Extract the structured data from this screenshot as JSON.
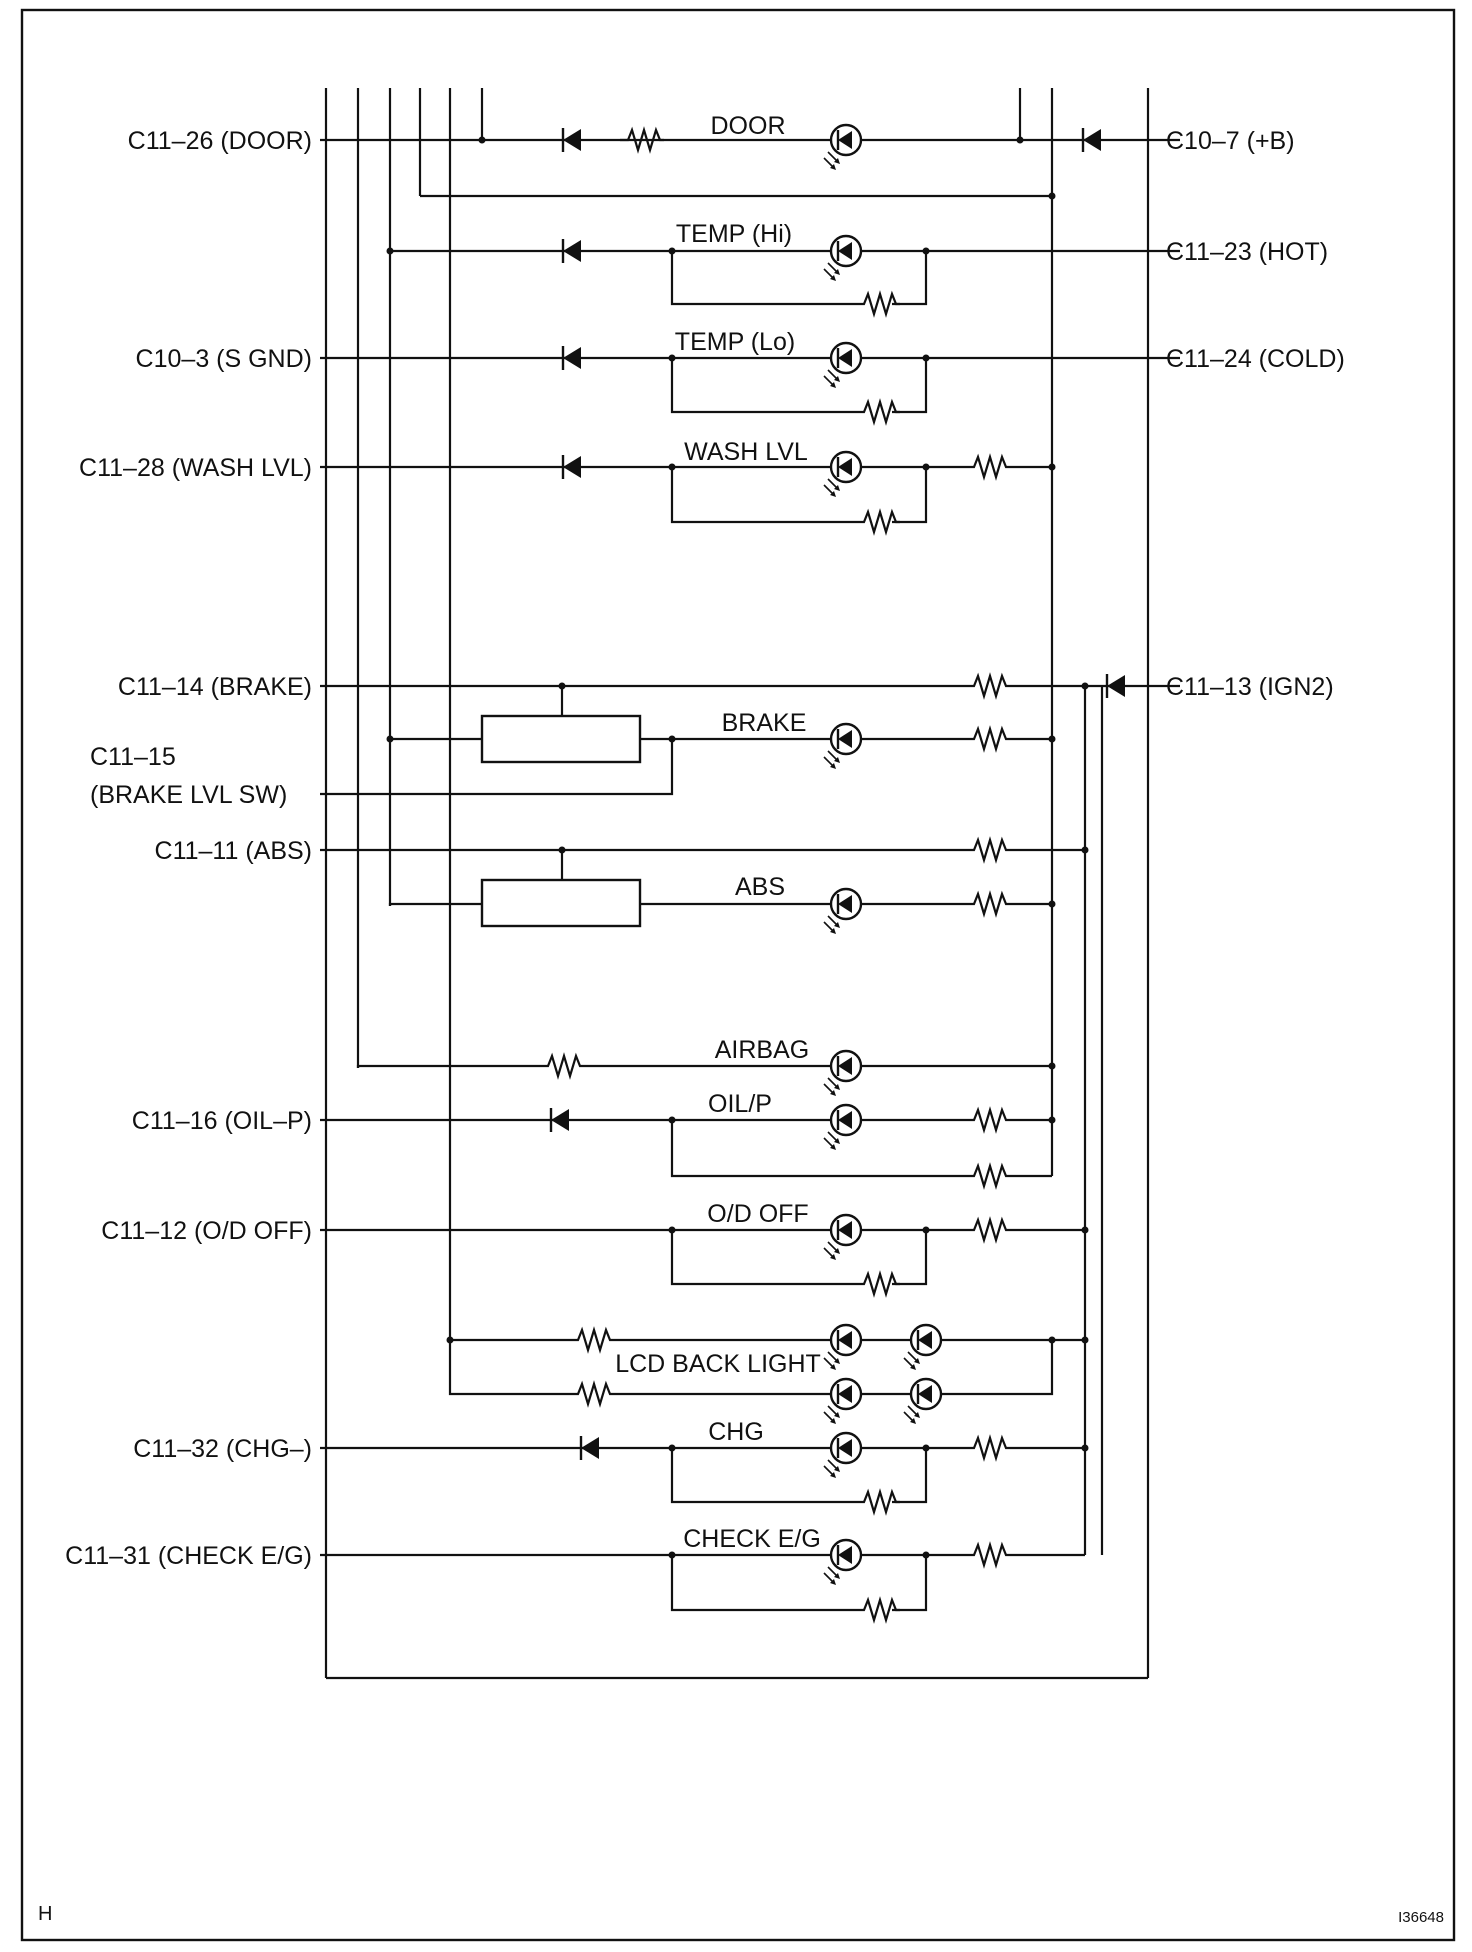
{
  "left_labels": {
    "door": "C11–26 (DOOR)",
    "s_gnd": "C10–3 (S GND)",
    "wash_lvl": "C11–28 (WASH LVL)",
    "brake": "C11–14 (BRAKE)",
    "brake_lvl_sw_1": "C11–15",
    "brake_lvl_sw_2": "(BRAKE LVL SW)",
    "abs": "C11–11 (ABS)",
    "oil_p": "C11–16 (OIL–P)",
    "od_off": "C11–12 (O/D OFF)",
    "chg": "C11–32 (CHG–)",
    "check_eg": "C11–31 (CHECK E/G)"
  },
  "right_labels": {
    "plus_b": "C10–7 (+B)",
    "hot": "C11–23 (HOT)",
    "cold": "C11–24 (COLD)",
    "ign2": "C11–13 (IGN2)"
  },
  "indicators": {
    "door": "DOOR",
    "temp_hi": "TEMP (Hi)",
    "temp_lo": "TEMP (Lo)",
    "wash_lvl": "WASH LVL",
    "brake": "BRAKE",
    "abs": "ABS",
    "airbag": "AIRBAG",
    "oil_p": "OIL/P",
    "od_off": "O/D OFF",
    "lcd_back_light": "LCD BACK LIGHT",
    "chg": "CHG",
    "check_eg": "CHECK E/G"
  },
  "footer": {
    "corner_letter": "H",
    "figure_id": "I36648"
  },
  "icons": [
    "led-icon",
    "diode-icon",
    "resistor-icon",
    "module-box-icon",
    "junction-dot-icon"
  ]
}
